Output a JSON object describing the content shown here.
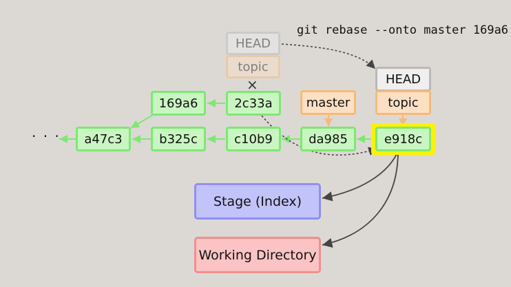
{
  "command": "git rebase --onto master 169a6",
  "ellipsis": "· · ·",
  "removed_mark": "×",
  "commits": {
    "a47c3": "a47c3",
    "b325c": "b325c",
    "c10b9": "c10b9",
    "da985": "da985",
    "e918c": "e918c",
    "c169a6": "169a6",
    "c2c33a": "2c33a"
  },
  "refs": {
    "old_head": "HEAD",
    "old_topic": "topic",
    "master": "master",
    "head": "HEAD",
    "topic": "topic"
  },
  "areas": {
    "stage": "Stage (Index)",
    "working_directory": "Working Directory"
  },
  "colors": {
    "background": "#dcd9d5",
    "commit_fill": "#c9f5c1",
    "commit_border": "#7de873",
    "branch_fill": "#fde0c4",
    "branch_border": "#f7b979",
    "head_fill": "#efefef",
    "head_border": "#b9b9b9",
    "highlight": "#fff200",
    "stage_fill": "#c3c3fb",
    "working_dir_fill": "#fbc3c3",
    "arrow": "#444444"
  }
}
